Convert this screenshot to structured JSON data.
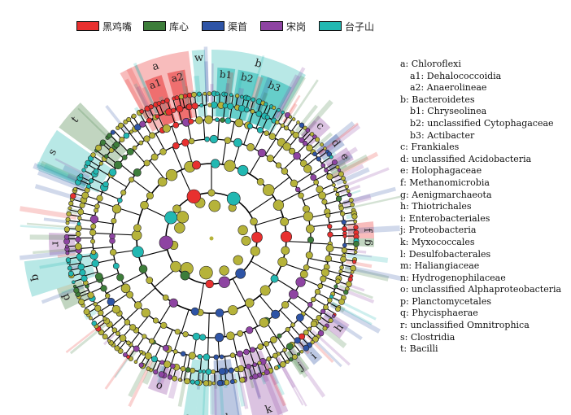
{
  "legend": [
    {
      "label": "黑鸡嘴",
      "color": "#e8302f"
    },
    {
      "label": "库心",
      "color": "#3d7d3a"
    },
    {
      "label": "渠首",
      "color": "#2e54a6"
    },
    {
      "label": "宋岗",
      "color": "#8e44a2"
    },
    {
      "label": "台子山",
      "color": "#22b8b2"
    }
  ],
  "colors": {
    "node_default": "#b6b33a",
    "edge": "#000000",
    "node_stroke": "#222222"
  },
  "clades": [
    {
      "letter": "a",
      "group": 0,
      "start": -29,
      "end": -7,
      "level": "outer"
    },
    {
      "letter": "a1",
      "group": 0,
      "start": -23,
      "end": -17,
      "level": "inner"
    },
    {
      "letter": "a2",
      "group": 0,
      "start": -15,
      "end": -9,
      "level": "inner"
    },
    {
      "letter": "w",
      "group": 4,
      "start": -6,
      "end": -2,
      "level": "outer"
    },
    {
      "letter": "b",
      "group": 4,
      "start": 0,
      "end": 30,
      "level": "outer"
    },
    {
      "letter": "b1",
      "group": 4,
      "start": 2,
      "end": 8,
      "level": "inner"
    },
    {
      "letter": "b2",
      "group": 4,
      "start": 9,
      "end": 16,
      "level": "inner"
    },
    {
      "letter": "b3",
      "group": 4,
      "start": 17,
      "end": 28,
      "level": "inner"
    },
    {
      "letter": "c",
      "group": 3,
      "start": 41,
      "end": 47,
      "level": "tip"
    },
    {
      "letter": "d",
      "group": 2,
      "start": 50,
      "end": 55,
      "level": "tip"
    },
    {
      "letter": "e",
      "group": 3,
      "start": 56,
      "end": 61,
      "level": "tip"
    },
    {
      "letter": "f",
      "group": 0,
      "start": 84,
      "end": 90,
      "level": "tip"
    },
    {
      "letter": "g",
      "group": 1,
      "start": 90,
      "end": 93,
      "level": "tip"
    },
    {
      "letter": "h",
      "group": 3,
      "start": 122,
      "end": 128,
      "level": "tip"
    },
    {
      "letter": "i",
      "group": 2,
      "start": 137,
      "end": 141,
      "level": "tip"
    },
    {
      "letter": "j",
      "group": 1,
      "start": 143,
      "end": 147,
      "level": "tip"
    },
    {
      "letter": "k",
      "group": 3,
      "start": 156,
      "end": 167,
      "level": "outer"
    },
    {
      "letter": "l",
      "group": 2,
      "start": 171,
      "end": 179,
      "level": "outer"
    },
    {
      "letter": "m",
      "group": 4,
      "start": 181,
      "end": 185,
      "level": "outer"
    },
    {
      "letter": "n",
      "group": 4,
      "start": 185,
      "end": 189,
      "level": "outer"
    },
    {
      "letter": "o",
      "group": 3,
      "start": 196,
      "end": 203,
      "level": "tip"
    },
    {
      "letter": "p",
      "group": 1,
      "start": 244,
      "end": 252,
      "level": "tip"
    },
    {
      "letter": "q",
      "group": 4,
      "start": 252,
      "end": 263,
      "level": "outer"
    },
    {
      "letter": "r",
      "group": 3,
      "start": 264,
      "end": 272,
      "level": "tip"
    },
    {
      "letter": "s",
      "group": 4,
      "start": 292,
      "end": 305,
      "level": "outer"
    },
    {
      "letter": "t",
      "group": 1,
      "start": 306,
      "end": 316,
      "level": "outer"
    }
  ],
  "key": [
    {
      "text": "a: Chloroflexi",
      "sub": false
    },
    {
      "text": "a1: Dehalococcoidia",
      "sub": true
    },
    {
      "text": "a2: Anaerolineae",
      "sub": true
    },
    {
      "text": "b: Bacteroidetes",
      "sub": false
    },
    {
      "text": "b1: Chryseolinea",
      "sub": true
    },
    {
      "text": "b2: unclassified Cytophagaceae",
      "sub": true
    },
    {
      "text": "b3: Actibacter",
      "sub": true
    },
    {
      "text": "c: Frankiales",
      "sub": false
    },
    {
      "text": "d: unclassified Acidobacteria",
      "sub": false
    },
    {
      "text": "e: Holophagaceae",
      "sub": false
    },
    {
      "text": "f: Methanomicrobia",
      "sub": false
    },
    {
      "text": "g: Aenigmarchaeota",
      "sub": false
    },
    {
      "text": "h: Thiotrichales",
      "sub": false
    },
    {
      "text": "i: Enterobacteriales",
      "sub": false
    },
    {
      "text": "j: Proteobacteria",
      "sub": false
    },
    {
      "text": "k: Myxococcales",
      "sub": false
    },
    {
      "text": "l: Desulfobacterales",
      "sub": false
    },
    {
      "text": "m: Haliangiaceae",
      "sub": false
    },
    {
      "text": "n: Hydrogenophilaceae",
      "sub": false
    },
    {
      "text": "o: unclassified Alphaproteobacteria",
      "sub": false
    },
    {
      "text": "p: Planctomycetales",
      "sub": false
    },
    {
      "text": "q: Phycisphaerae",
      "sub": false
    },
    {
      "text": "r: unclassified Omnitrophica",
      "sub": false
    },
    {
      "text": "s: Clostridia",
      "sub": false
    },
    {
      "text": "t: Bacilli",
      "sub": false
    }
  ]
}
